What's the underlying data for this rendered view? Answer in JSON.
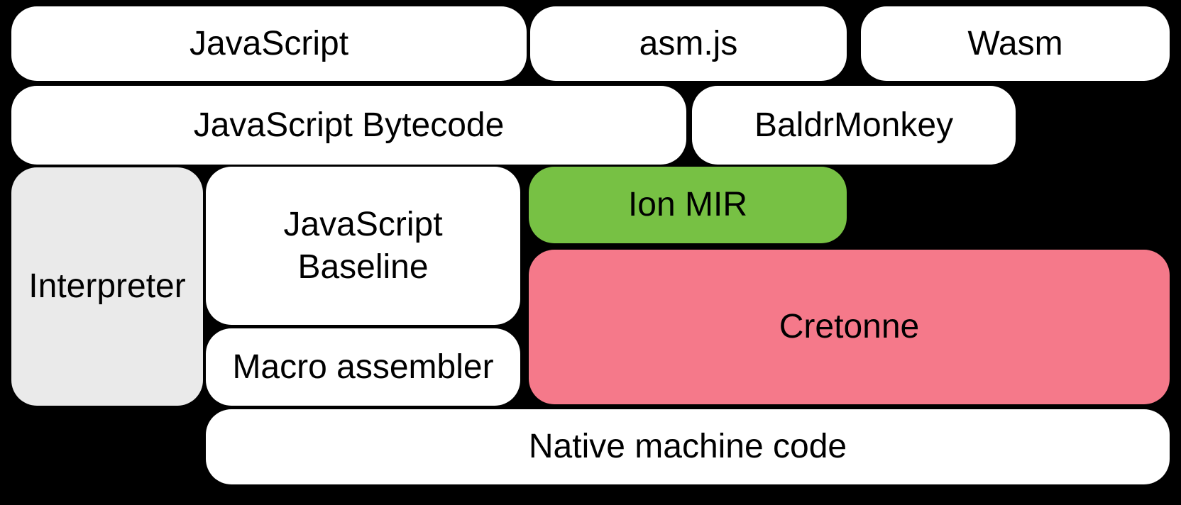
{
  "diagram": {
    "boxes": {
      "javascript": {
        "label": "JavaScript",
        "bg": "#ffffff"
      },
      "asmjs": {
        "label": "asm.js",
        "bg": "#ffffff"
      },
      "wasm": {
        "label": "Wasm",
        "bg": "#ffffff"
      },
      "bytecode": {
        "label": "JavaScript Bytecode",
        "bg": "#ffffff"
      },
      "baldrmonkey": {
        "label": "BaldrMonkey",
        "bg": "#ffffff"
      },
      "interpreter": {
        "label": "Interpreter",
        "bg": "#eaeaea"
      },
      "baseline": {
        "label": "JavaScript Baseline",
        "bg": "#ffffff"
      },
      "ionmir": {
        "label": "Ion MIR",
        "bg": "#77c144"
      },
      "cretonne": {
        "label": "Cretonne",
        "bg": "#f5798a"
      },
      "macro": {
        "label": "Macro assembler",
        "bg": "#ffffff"
      },
      "native": {
        "label": "Native machine code",
        "bg": "#ffffff"
      }
    },
    "colors": {
      "background": "#000000",
      "box_default": "#ffffff",
      "interpreter_gray": "#eaeaea",
      "ion_mir_green": "#77c144",
      "cretonne_pink": "#f5798a",
      "text": "#000000"
    }
  }
}
